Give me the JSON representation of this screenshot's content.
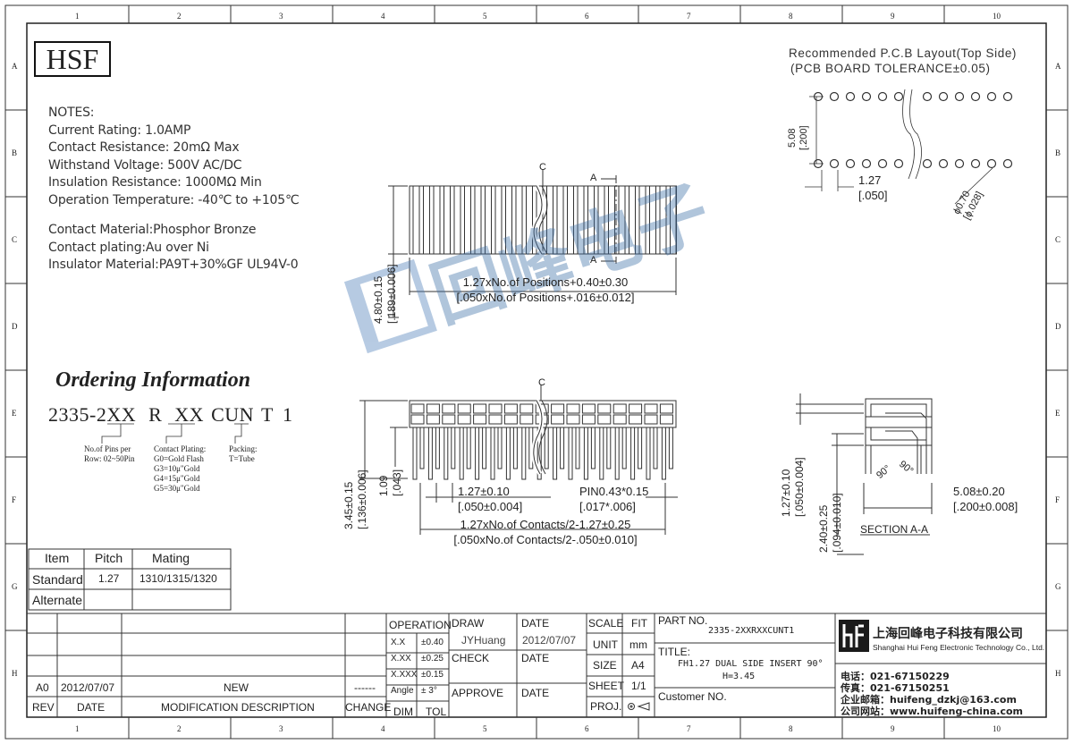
{
  "border": {
    "col_labels": [
      "1",
      "2",
      "3",
      "4",
      "5",
      "6",
      "7",
      "8",
      "9",
      "10"
    ],
    "row_labels": [
      "A",
      "B",
      "C",
      "D",
      "E",
      "F",
      "G",
      "H"
    ]
  },
  "logo": {
    "text": "HSF"
  },
  "notes": {
    "heading": "NOTES:",
    "electrical": [
      "Current Rating: 1.0AMP",
      "Contact Resistance: 20mΩ Max",
      "Withstand Voltage: 500V AC/DC",
      "Insulation Resistance: 1000MΩ Min",
      "Operation Temperature: -40℃ to +105℃"
    ],
    "materials": [
      "Contact Material:Phosphor Bronze",
      "Contact plating:Au over Ni",
      "Insulator Material:PA9T+30%GF UL94V-0"
    ]
  },
  "pcb_layout": {
    "title_line1": "Recommended P.C.B Layout(Top Side)",
    "title_line2": "(PCB BOARD TOLERANCE±0.05)",
    "row_spacing": "5.08",
    "row_spacing_in": "[.200]",
    "pitch": "1.27",
    "pitch_in": "[.050]",
    "hole": "ϕ0.70",
    "hole_in": "[ϕ.028]"
  },
  "top_view": {
    "centerline": "C",
    "section_mark": "A",
    "length_mm": "1.27xNo.of Positions+0.40±0.30",
    "length_in": "[.050xNo.of Positions+.016±0.012]",
    "height_mm": "4.80±0.15",
    "height_in": "[.189±0.006]"
  },
  "front_view": {
    "centerline": "C",
    "pitch_mm": "1.27±0.10",
    "pitch_in": "[.050±0.004]",
    "pin_mm": "PIN0.43*0.15",
    "pin_in": "[.017*.006]",
    "span_mm": "1.27xNo.of Contacts/2-1.27±0.25",
    "span_in": "[.050xNo.of Contacts/2-.050±0.010]",
    "tail_mm": "3.45±0.15",
    "tail_in": "[.136±0.006]",
    "stand_mm": "1.09",
    "stand_in": "[.043]"
  },
  "section": {
    "angle1": "90°",
    "angle2": "90°",
    "h1_mm": "1.27±0.10",
    "h1_in": "[.050±0.004]",
    "h2_mm": "2.40±0.25",
    "h2_in": "[.094±0.010]",
    "w_mm": "5.08±0.20",
    "w_in": "[.200±0.008]",
    "label": "SECTION A-A"
  },
  "ordering": {
    "title": "Ordering Information",
    "code_prefix": "2335-2",
    "code_xx1": "XX",
    "code_r": "R",
    "code_xx2": "XX",
    "code_cun": "CUN",
    "code_t": "T",
    "code_1": "1",
    "pins_label": [
      "No.of Pins per",
      "Row: 02~50Pin"
    ],
    "plating_label": [
      "Contact Plating:",
      "G0=Gold Flash",
      "G3=10μ\"Gold",
      "G4=15μ\"Gold",
      "G5=30μ\"Gold"
    ],
    "packing_label": [
      "Packing:",
      "T=Tube"
    ]
  },
  "mating_table": {
    "headers": [
      "Item",
      "Pitch",
      "Mating"
    ],
    "rows": [
      [
        "Standard",
        "1.27",
        "1310/1315/1320"
      ],
      [
        "Alternate",
        "",
        ""
      ]
    ]
  },
  "watermark": {
    "text": "回峰电子"
  },
  "title_block": {
    "rev_header": "REV",
    "date_header": "DATE",
    "mod_header": "MODIFICATION DESCRIPTION",
    "change_header": "CHANGE",
    "rev": "A0",
    "date": "2012/07/07",
    "desc": "NEW",
    "change": "------",
    "operation": "OPERATION",
    "tol_rows": [
      [
        "X.X",
        "±0.40"
      ],
      [
        "X.XX",
        "±0.25"
      ],
      [
        "X.XXX",
        "±0.15"
      ],
      [
        "Angle",
        "± 3°"
      ]
    ],
    "dim": "DIM",
    "tol": "TOL",
    "draw": "DRAW",
    "drawer": "JYHuang",
    "check": "CHECK",
    "approve": "APPROVE",
    "date_label": "DATE",
    "draw_date": "2012/07/07",
    "scale": "SCALE",
    "fit": "FIT",
    "unit": "UNIT",
    "unit_val": "mm",
    "size": "SIZE",
    "size_val": "A4",
    "sheet": "SHEET",
    "sheet_val": "1/1",
    "proj": "PROJ.",
    "part_no_label": "PART NO.",
    "part_no": "2335-2XXRXXCUNT1",
    "title_label": "TITLE:",
    "title_line1": "FH1.27 DUAL SIDE INSERT 90°",
    "title_line2": "H=3.45",
    "customer_no": "Customer NO.",
    "company_cn": "上海回峰电子科技有限公司",
    "company_en": "Shanghai Hui Feng Electronic Technology Co., Ltd.",
    "phone": "电话：021-67150229",
    "fax": "传真：021-67150251",
    "email": "企业邮箱：huifeng_dzkj@163.com",
    "web": "公司网站：www.huifeng-china.com"
  }
}
